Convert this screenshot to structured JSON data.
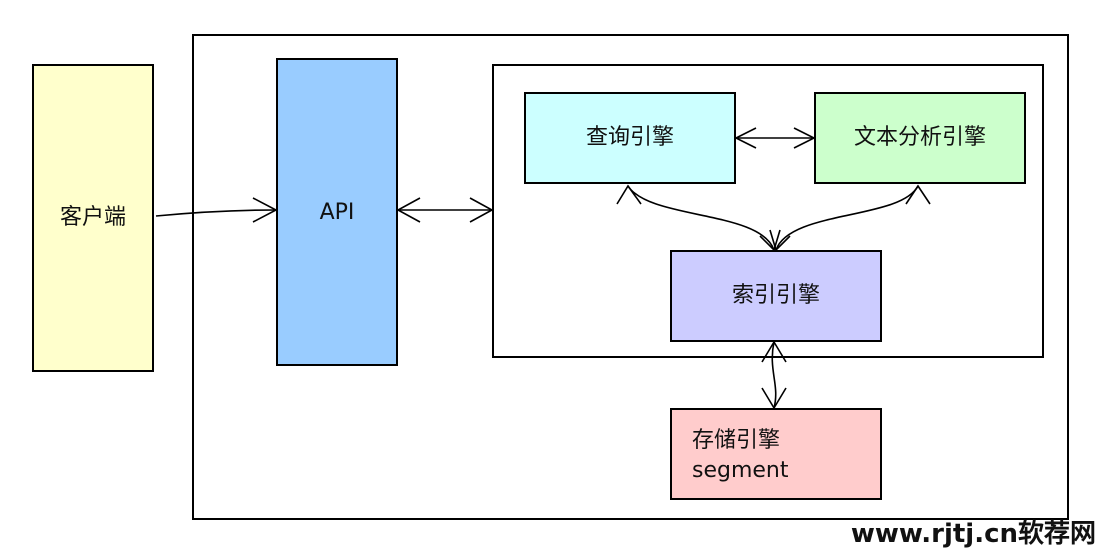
{
  "nodes": {
    "client": {
      "label": "客户端",
      "color": "#ffffcc"
    },
    "api": {
      "label": "API",
      "color": "#99ccff"
    },
    "query_engine": {
      "label": "查询引擎",
      "color": "#ccffff"
    },
    "text_analysis_engine": {
      "label": "文本分析引擎",
      "color": "#ccffcc"
    },
    "index_engine": {
      "label": "索引引擎",
      "color": "#ccccff"
    },
    "storage_engine": {
      "label_line1": "存储引擎",
      "label_line2": "segment",
      "color": "#ffcccc"
    }
  },
  "watermark": "www.rjtj.cn软荐网"
}
